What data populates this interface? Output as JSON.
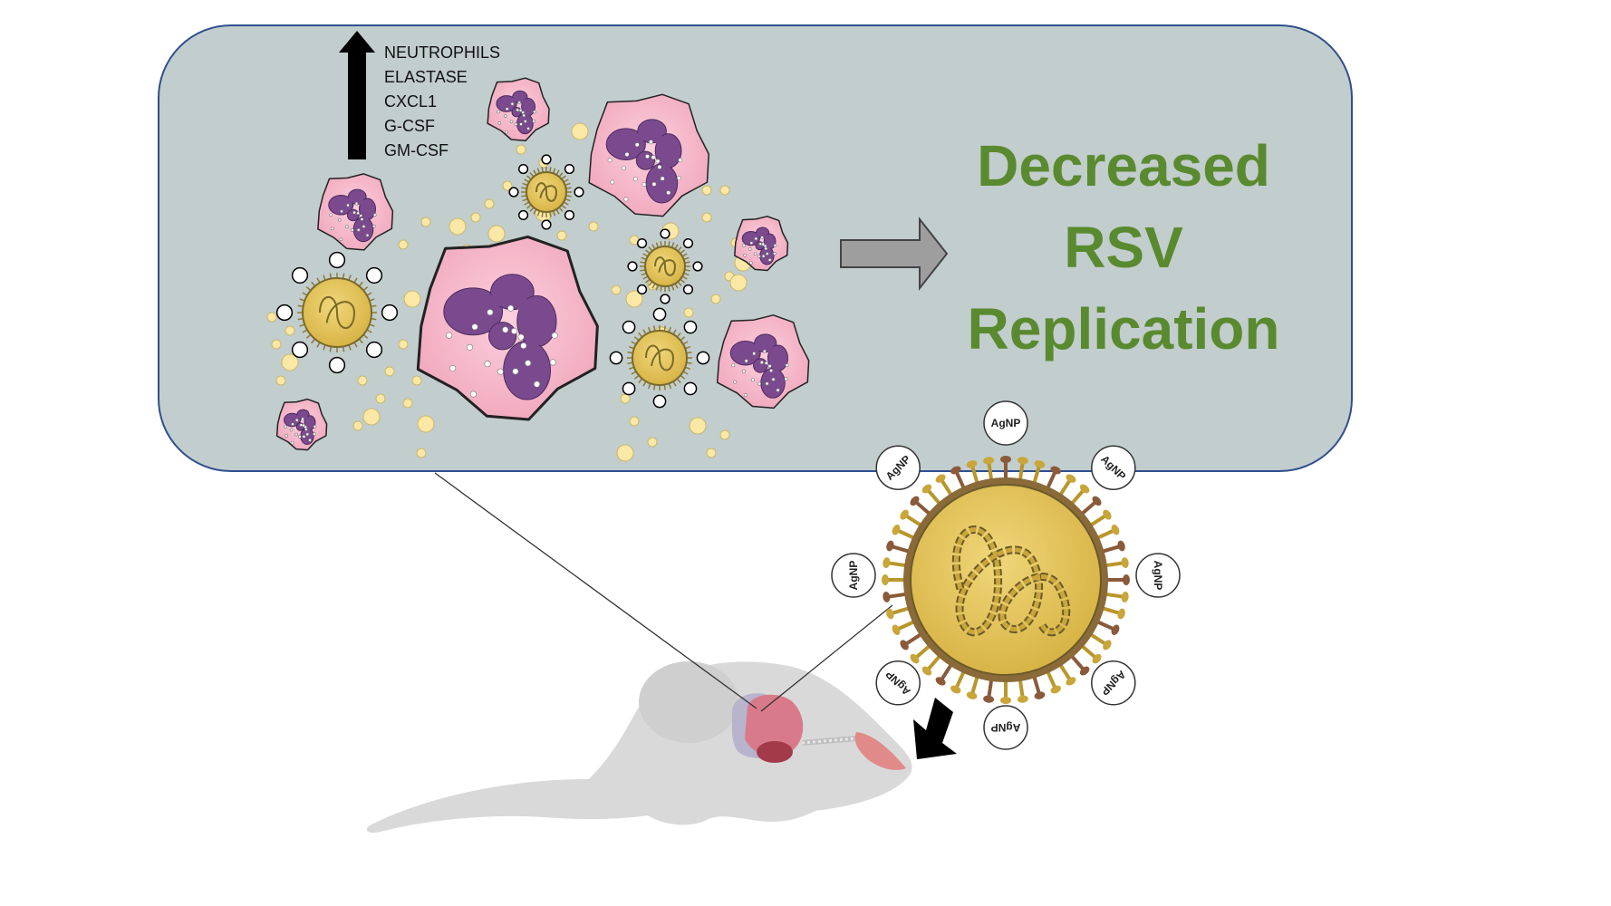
{
  "markers": {
    "items": [
      "NEUTROPHILS",
      "ELASTASE",
      "CXCL1",
      "G-CSF",
      "GM-CSF"
    ]
  },
  "outcome": {
    "lines": [
      "Decreased",
      "RSV",
      "Replication"
    ]
  },
  "nanoparticle_label": "AgNP",
  "colors": {
    "panel_fill": "#c2cdcd",
    "panel_border": "#2f4f8f",
    "outcome_text": "#5a8a2f",
    "neutrophil_body": "#f4b3c8",
    "neutrophil_nucleus": "#7b4a8e",
    "virus_core": "#e3c45a",
    "granule": "#fbe8a6",
    "mouse": "#d9d9d9",
    "lung": "#d97a8a"
  },
  "icons": [
    "up-arrow-icon",
    "right-arrow-icon",
    "down-left-arrow-icon"
  ]
}
